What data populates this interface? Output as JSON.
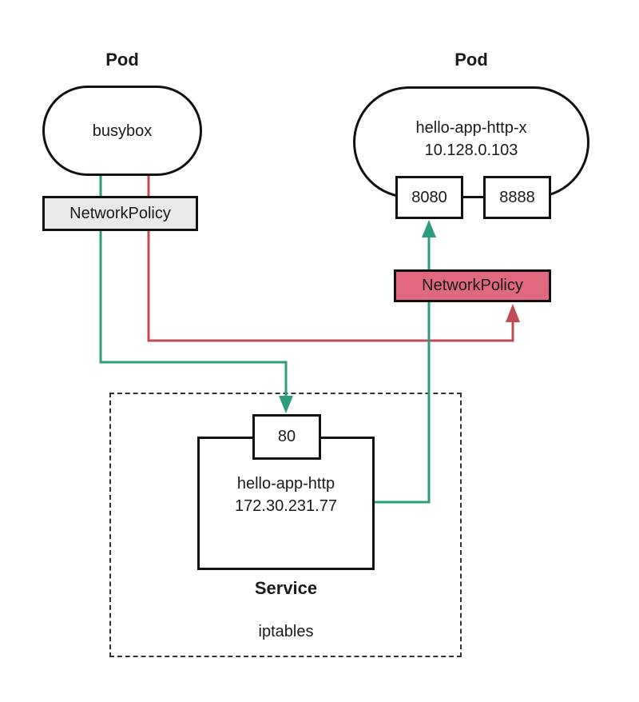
{
  "nodes": {
    "pod_left": {
      "type_label": "Pod",
      "name": "busybox"
    },
    "policy_left": {
      "label": "NetworkPolicy"
    },
    "pod_right": {
      "type_label": "Pod",
      "name": "hello-app-http-x",
      "ip": "10.128.0.103",
      "ports": [
        "8080",
        "8888"
      ]
    },
    "policy_right": {
      "label": "NetworkPolicy"
    },
    "service": {
      "port": "80",
      "name": "hello-app-http",
      "ip": "172.30.231.77",
      "type_label": "Service"
    },
    "iptables_label": "iptables"
  },
  "colors": {
    "allow_arrow": "#2e9c7d",
    "deny_arrow": "#bf4b55",
    "policy_active_bg": "#e0697f",
    "policy_neutral_bg": "#e9e9e9"
  }
}
